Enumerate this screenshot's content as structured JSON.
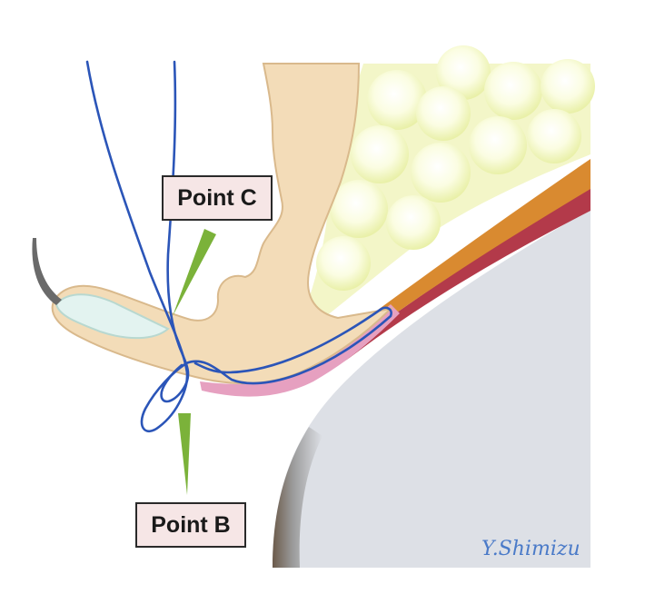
{
  "labels": {
    "point_c": "Point C",
    "point_b": "Point B"
  },
  "signature": "Y.Shimizu",
  "colors": {
    "suture": "#2b55b8",
    "pointer": "#7bb23a",
    "tarsus": "#f3dcb8",
    "tarsus_outline": "#d9b98c",
    "fat": "#f3f6c8",
    "fat_lobule": "#fbfde4",
    "orbicularis_band": "#d98a30",
    "muscle_band": "#b33a4a",
    "conjunctiva": "#e6a0c0",
    "globe": "#dde0e6",
    "label_fill": "#f6e6e6"
  }
}
